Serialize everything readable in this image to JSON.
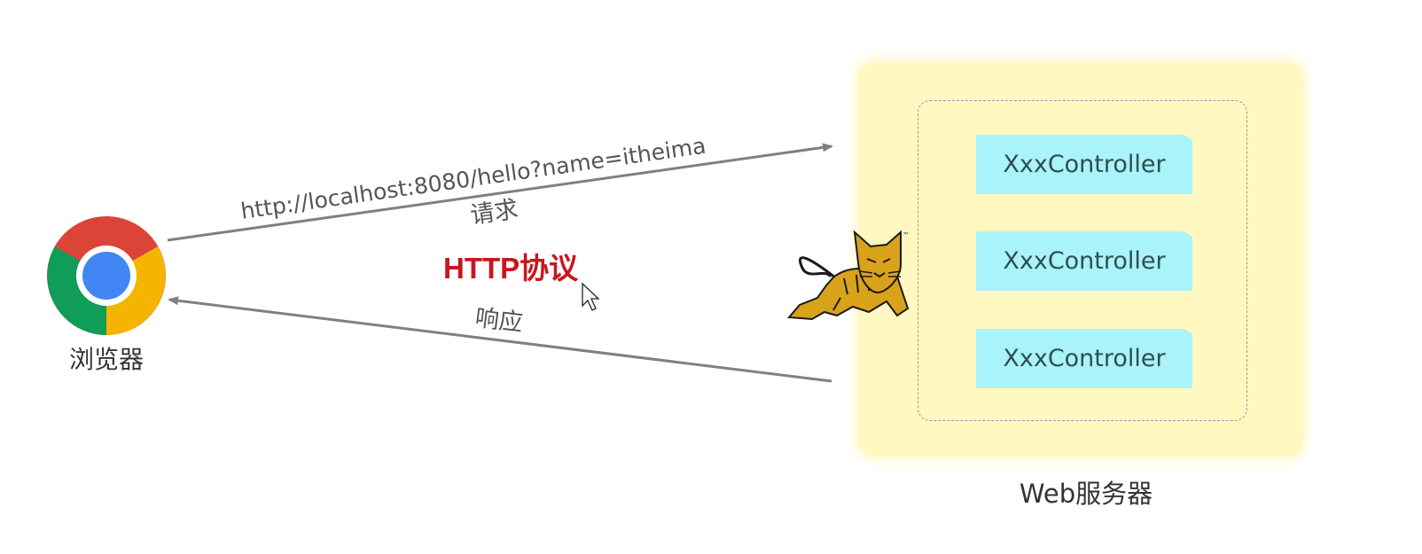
{
  "browser": {
    "label": "浏览器",
    "icon": "chrome-icon"
  },
  "request": {
    "url": "http://localhost:8080/hello?name=itheima",
    "label": "请求"
  },
  "response": {
    "label": "响应"
  },
  "protocol": {
    "label": "HTTP协议",
    "color": "#c8161d"
  },
  "server": {
    "label": "Web服务器",
    "icon": "tomcat-icon",
    "controllers": [
      {
        "name": "XxxController"
      },
      {
        "name": "XxxController"
      },
      {
        "name": "XxxController"
      }
    ]
  },
  "colors": {
    "server_bg": "#fff8c1",
    "controller_bg": "#a9f3fb",
    "arrow": "#808080"
  }
}
